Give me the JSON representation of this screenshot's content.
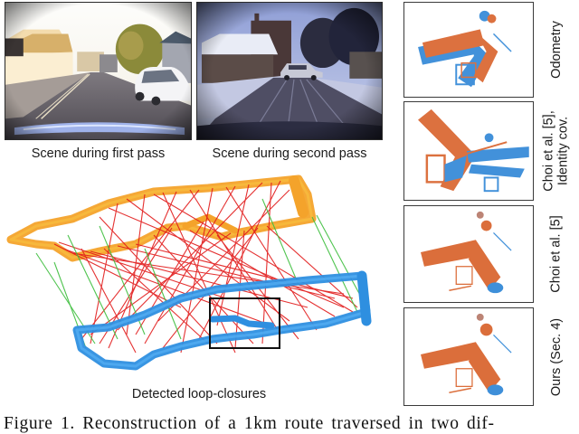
{
  "figure": {
    "photos": [
      {
        "caption": "Scene during first pass",
        "description": "sunny street, white car parked on right"
      },
      {
        "caption": "Scene during second pass",
        "description": "snowy street at dusk, silver SUV crossing"
      }
    ],
    "map": {
      "caption": "Detected loop-closures",
      "legend_colors": {
        "first_pass": "#F2A22A",
        "second_pass": "#2E8FE0",
        "inlier_closures": "#E21B1B",
        "outlier_closures": "#3DBE3D",
        "highlight_box": "#111111"
      }
    },
    "comparison_panels": [
      {
        "label_line1": "Odometry",
        "label_line2": ""
      },
      {
        "label_line1": "Choi et al. [5],",
        "label_line2": "Identity cov."
      },
      {
        "label_line1": "Choi et al. [5]",
        "label_line2": ""
      },
      {
        "label_line1": "Ours (Sec. 4)",
        "label_line2": ""
      }
    ],
    "point_cloud_colors": {
      "orange": "#D9622B",
      "blue": "#2E86D6"
    },
    "caption": "Figure 1. Reconstruction of a 1km route traversed in two dif-"
  }
}
